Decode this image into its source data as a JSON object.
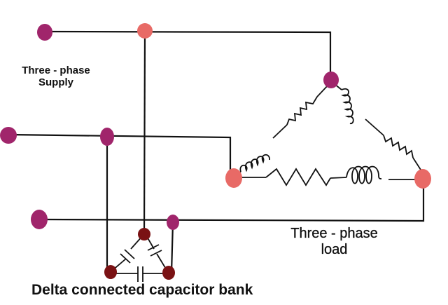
{
  "labels": {
    "supply": "Three - phase\nSupply",
    "supply_line1": "Three - phase",
    "supply_line2": "Supply",
    "load_line1": "Three - phase",
    "load_line2": "load",
    "capacitor_bank": "Delta connected capacitor bank"
  },
  "colors": {
    "supply_terminal": "#a0256b",
    "junction_salmon": "#e86a66",
    "junction_purple": "#a0256b",
    "capacitor_node": "#7a1214",
    "wire": "#111111",
    "background": "#ffffff"
  },
  "components": {
    "supply_lines": [
      "phase-1",
      "phase-2",
      "phase-3"
    ],
    "load_branches": [
      {
        "name": "branch-left",
        "elements": [
          "inductor",
          "resistor"
        ]
      },
      {
        "name": "branch-right",
        "elements": [
          "inductor",
          "resistor"
        ]
      },
      {
        "name": "branch-bottom",
        "elements": [
          "resistor",
          "inductor"
        ]
      }
    ],
    "capacitor_bank_elements": [
      "capacitor-left",
      "capacitor-right",
      "capacitor-bottom"
    ]
  }
}
